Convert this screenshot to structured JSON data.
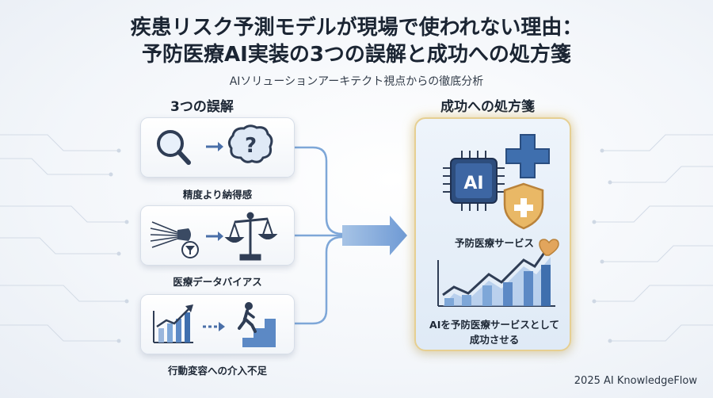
{
  "title_line1": "疾患リスク予測モデルが現場で使われない理由：",
  "title_line2": "予防医療AI実装の3つの誤解と成功への処方箋",
  "subtitle": "AIソリューションアーキテクト視点からの徹底分析",
  "misconceptions": {
    "heading": "3つの誤解",
    "items": [
      {
        "label": "精度より納得感",
        "icons": [
          "magnifier-icon",
          "brain-question-icon"
        ]
      },
      {
        "label": "医療データバイアス",
        "icons": [
          "data-funnel-icon",
          "balance-scale-icon"
        ]
      },
      {
        "label": "行動変容への介入不足",
        "icons": [
          "rising-chart-icon",
          "climbing-person-icon"
        ]
      }
    ]
  },
  "success": {
    "heading": "成功への処方箋",
    "service_label": "予防医療サービス",
    "chip_label": "AI",
    "result_line1": "AIを予防医療サービスとして",
    "result_line2": "成功させる",
    "icons": [
      "ai-chip-icon",
      "medical-cross-icon",
      "shield-plus-icon",
      "growth-chart-icon",
      "heart-icon"
    ]
  },
  "footer": "2025 AI KnowledgeFlow",
  "colors": {
    "accent_blue": "#3f6fae",
    "connector_blue": "#7ea7d8",
    "gold_border": "#e6cf92",
    "shield_gold": "#d9a75a"
  }
}
